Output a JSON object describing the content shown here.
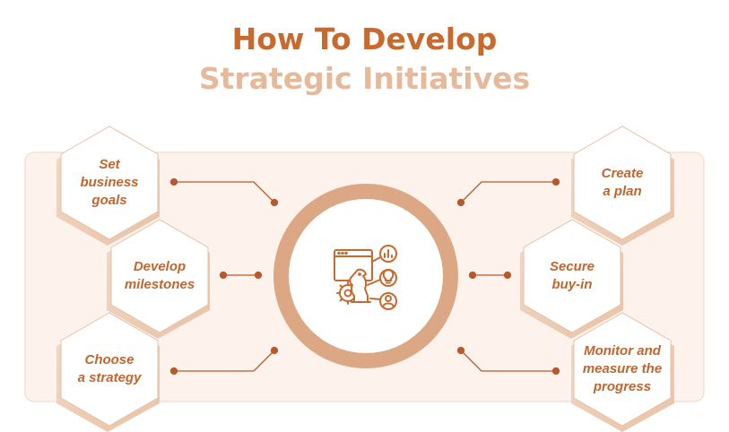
{
  "title": {
    "line1": "How To Develop",
    "line2": "Strategic Initiatives"
  },
  "colors": {
    "accent": "#c8692e",
    "accent_light": "#e6b99a",
    "panel": "#fdf3ec",
    "ring": "#dba784",
    "line": "#b9582a"
  },
  "center": {
    "icon": "strategy-chess-horse-icon"
  },
  "steps": [
    {
      "id": "set-business-goals",
      "label": "Set\nbusiness\ngoals"
    },
    {
      "id": "develop-milestones",
      "label": "Develop\nmilestones"
    },
    {
      "id": "choose-a-strategy",
      "label": "Choose\na strategy"
    },
    {
      "id": "create-a-plan",
      "label": "Create\na plan"
    },
    {
      "id": "secure-buy-in",
      "label": "Secure\nbuy-in"
    },
    {
      "id": "monitor-and-measure",
      "label": "Monitor and\nmeasure the\nprogress"
    }
  ]
}
